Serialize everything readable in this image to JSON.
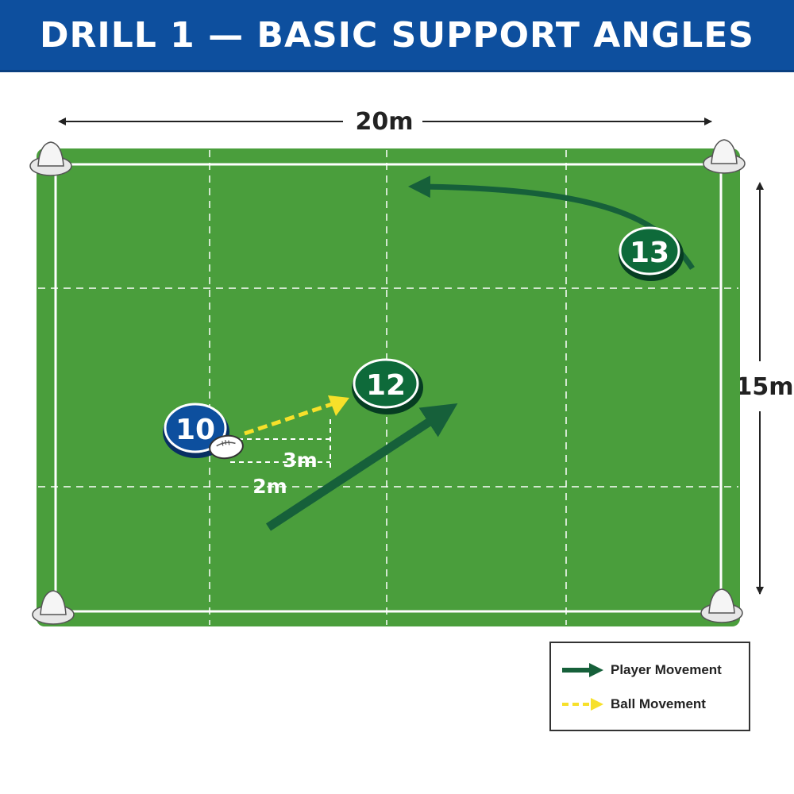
{
  "title": "DRILL 1 — BASIC SUPPORT ANGLES",
  "dimensions": {
    "width_label": "20m",
    "height_label": "15m"
  },
  "players": [
    {
      "number": "10",
      "team": "attack-blue"
    },
    {
      "number": "12",
      "team": "green"
    },
    {
      "number": "13",
      "team": "green"
    }
  ],
  "distances": {
    "vertical_label": "3m",
    "horizontal_label": "2m"
  },
  "legend": {
    "player_movement": "Player Movement",
    "ball_movement": "Ball Movement"
  },
  "colors": {
    "header": "#0d4f9e",
    "field": "#4a9e3c",
    "player_blue": "#0d4f9e",
    "player_green": "#0e6a3a",
    "player_arrow": "#16603a",
    "ball_arrow": "#f7e02a"
  },
  "icons": [
    "cone-icon",
    "rugby-ball-icon",
    "arrow-icon"
  ]
}
